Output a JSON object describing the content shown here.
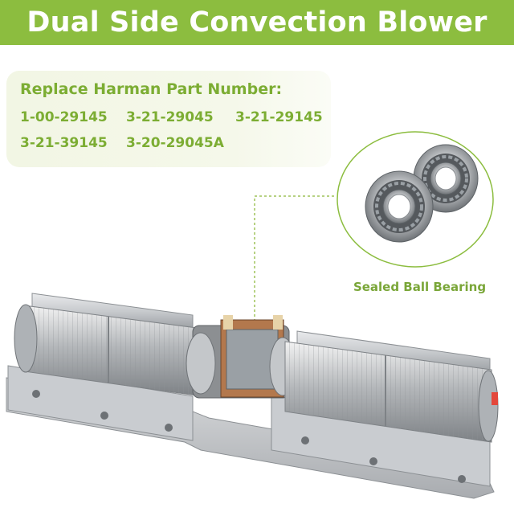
{
  "banner": {
    "title": "Dual Side Convection Blower"
  },
  "parts": {
    "heading": "Replace Harman Part Number:",
    "numbers": [
      "1-00-29145",
      "3-21-29045",
      "3-21-29145",
      "3-21-39145",
      "3-20-29045A"
    ]
  },
  "bearing": {
    "label": "Sealed Ball Bearing"
  },
  "colors": {
    "brand_green": "#8cbd3f",
    "text_green": "#7cad33"
  }
}
